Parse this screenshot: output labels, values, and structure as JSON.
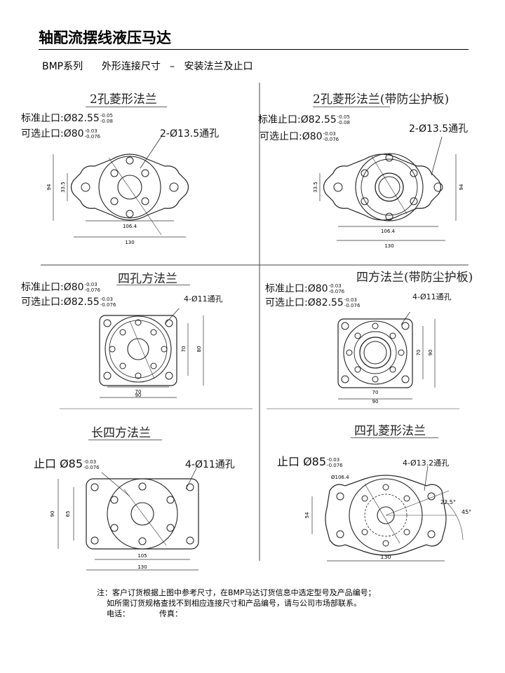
{
  "doc": {
    "title": "轴配流摆线液压马达",
    "subtitle": "BMP系列      外形连接尺寸   –   安装法兰及止口"
  },
  "panels": {
    "p1": {
      "caption": "2孔菱形法兰",
      "spec1_label": "标准止口:Ø82.55",
      "spec1_tol": [
        "-0.05",
        "-0.08"
      ],
      "spec2_label": "可选止口:Ø80",
      "spec2_tol": [
        "-0.03",
        "-0.076"
      ],
      "holes": "2-Ø13.5通孔",
      "dims": [
        "106.4",
        "130",
        "94",
        "33.5"
      ]
    },
    "p2": {
      "caption": "2孔菱形法兰(带防尘护板)",
      "spec1_label": "标准止口:Ø82.55",
      "spec1_tol": [
        "-0.05",
        "-0.08"
      ],
      "spec2_label": "可选止口:Ø80",
      "spec2_tol": [
        "-0.03",
        "-0.076"
      ],
      "holes": "2-Ø13.5通孔",
      "dims": [
        "106.4",
        "130",
        "94",
        "33.5"
      ]
    },
    "p3": {
      "caption": "四孔方法兰",
      "spec1_label": "标准止口:Ø80",
      "spec1_tol": [
        "-0.03",
        "-0.076"
      ],
      "spec2_label": "可选止口:Ø82.55",
      "spec2_tol": [
        "-0.03",
        "-0.076"
      ],
      "holes": "4-Ø11通孔",
      "dims": [
        "70",
        "90",
        "70",
        "80"
      ]
    },
    "p4": {
      "caption": "四方法兰(带防尘护板)",
      "spec1_label": "标准止口:Ø80",
      "spec1_tol": [
        "-0.03",
        "-0.076"
      ],
      "spec2_label": "可选止口:Ø82.55",
      "spec2_tol": [
        "-0.03",
        "-0.076"
      ],
      "holes": "4-Ø11通孔",
      "dims": [
        "70",
        "90",
        "70",
        "90"
      ]
    },
    "p5": {
      "caption": "长四方法兰",
      "spec1_label": "止口 Ø85",
      "spec1_tol": [
        "-0.03",
        "-0.076"
      ],
      "holes": "4-Ø11通孔",
      "dims": [
        "105",
        "130",
        "90",
        "65"
      ]
    },
    "p6": {
      "caption": "四孔菱形法兰",
      "spec1_label": "止口 Ø85",
      "spec1_tol": [
        "-0.03",
        "-0.076"
      ],
      "holes": "4-Ø13.2通孔",
      "dims": [
        "Ø106.4",
        "130",
        "54",
        "22.5°",
        "45°"
      ]
    }
  },
  "notes": {
    "line1": "注：客户订货根据上图中参考尺寸，在BMP马达订货信息中选定型号及产品编号；",
    "line2": "    如所需订货规格查找不到相应连接尺寸和产品编号，请与公司市场部联系。",
    "line3": "    电话：            传真："
  }
}
